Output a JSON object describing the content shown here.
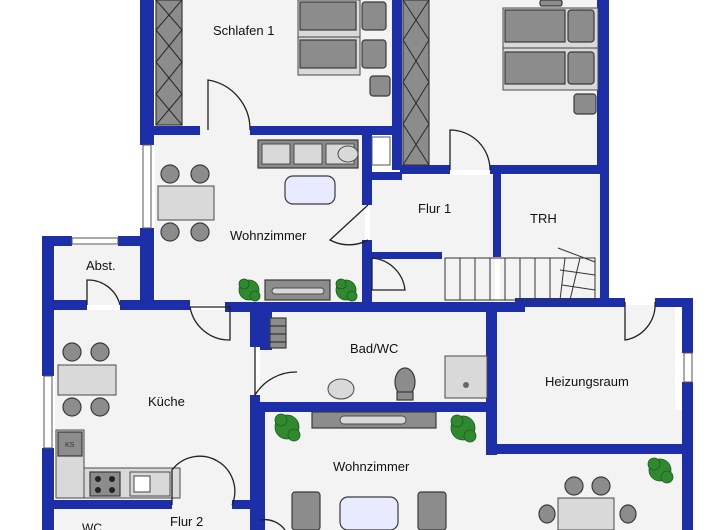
{
  "floorplan": {
    "rooms": {
      "schlafen_1": "Schlafen 1",
      "flur_1": "Flur 1",
      "trh": "TRH",
      "wohnzimmer_upper": "Wohnzimmer",
      "abst": "Abst.",
      "bad_wc": "Bad/WC",
      "kueche": "Küche",
      "heizungsraum": "Heizungsraum",
      "wohnzimmer_lower": "Wohnzimmer",
      "flur_2": "Flur 2",
      "wc_partial": "WC"
    },
    "fixture_labels": {
      "ks": "KS"
    },
    "colors": {
      "walls": "#1c2fa8",
      "floor": "#f3f3f3",
      "plants": "#2f8a2f"
    }
  }
}
